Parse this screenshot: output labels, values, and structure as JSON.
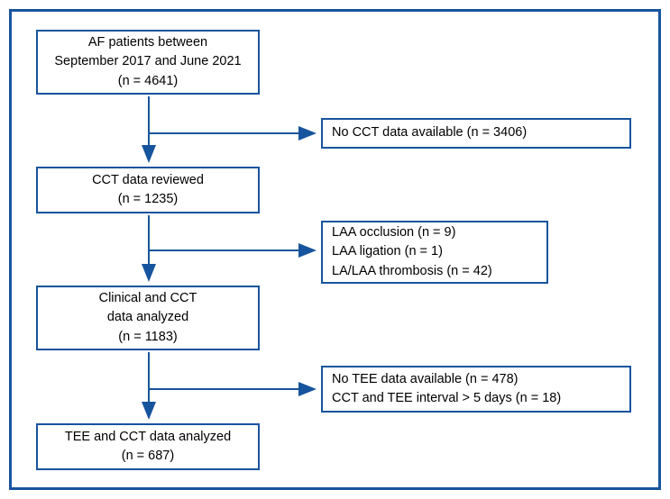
{
  "flow": {
    "left_boxes": [
      {
        "lines": [
          "AF patients between",
          "September 2017 and June 2021",
          "(n = 4641)"
        ]
      },
      {
        "lines": [
          "CCT data reviewed",
          "(n = 1235)"
        ]
      },
      {
        "lines": [
          "Clinical and CCT",
          "data analyzed",
          "(n = 1183)"
        ]
      },
      {
        "lines": [
          "TEE and CCT data analyzed",
          "(n = 687)"
        ]
      }
    ],
    "right_boxes": [
      {
        "lines": [
          "No CCT data available (n = 3406)"
        ]
      },
      {
        "lines": [
          "LAA occlusion (n = 9)",
          "LAA ligation (n = 1)",
          "LA/LAA thrombosis (n = 42)"
        ]
      },
      {
        "lines": [
          "No TEE data available (n = 478)",
          "CCT and TEE interval > 5 days (n = 18)"
        ]
      }
    ],
    "colors": {
      "line": "#17549e",
      "box_border": "#17549e",
      "text": "#000000",
      "background": "#ffffff"
    }
  }
}
